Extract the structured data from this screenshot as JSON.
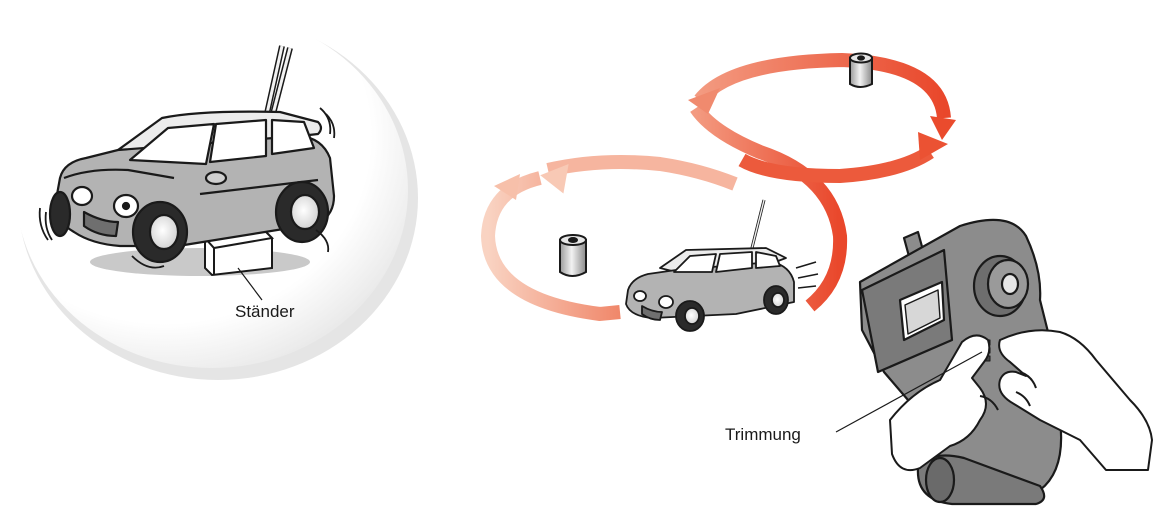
{
  "labels": {
    "stand": "Ständer",
    "trim": "Trimmung"
  },
  "colors": {
    "car_body": "#b0b0b0",
    "car_dark": "#7d7d7d",
    "outline": "#1a1a1a",
    "arrow_strong": "#ee5a3c",
    "arrow_light": "#f7c2ad",
    "transmitter": "#8c8c8c",
    "circle_shadow": "#dcdcdc"
  },
  "icons": {
    "stand": "car-on-stand-illustration",
    "course": "figure-eight-course-arrows",
    "cones": "pylon-marker-icon",
    "transmitter": "pistol-grip-transmitter-icon",
    "hands": "hands-icon"
  }
}
